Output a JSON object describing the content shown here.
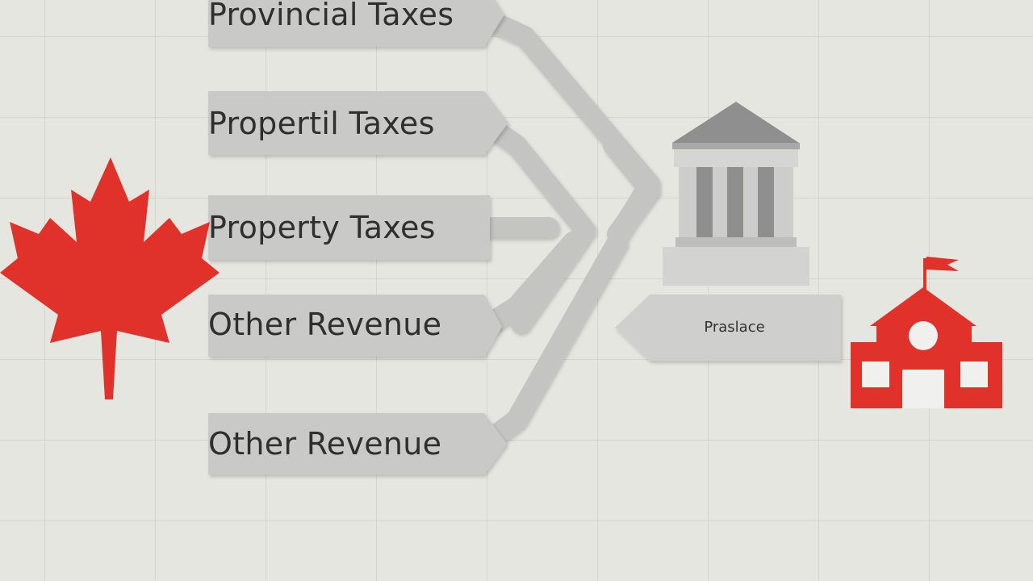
{
  "flow": {
    "sources": [
      {
        "label": "Provincial Taxes"
      },
      {
        "label": "Propertil Taxes"
      },
      {
        "label": "Property Taxes"
      },
      {
        "label": "Other Revenue"
      },
      {
        "label": "Other Revenue"
      }
    ],
    "destination": {
      "label": "Praslace"
    }
  },
  "icons": {
    "left": "maple-leaf-icon",
    "center": "government-building-icon",
    "right": "school-icon"
  },
  "colors": {
    "background": "#e6e6e1",
    "box": "#c9c9c7",
    "connector": "#c4c4c2",
    "accent_red": "#e0312a",
    "building": "#9a9a9a"
  }
}
